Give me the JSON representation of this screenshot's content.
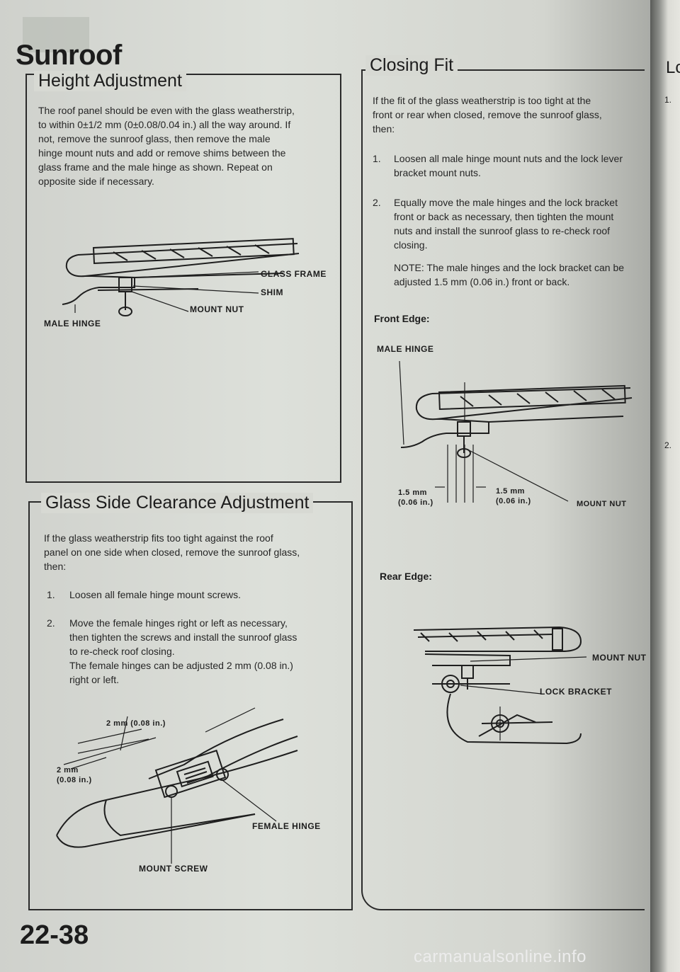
{
  "page": {
    "title": "Sunroof",
    "page_number": "22-38",
    "footer_watermark": "carmanualsonline.info",
    "next_page_edge": [
      "Lc",
      "1.",
      "2."
    ]
  },
  "height_adjustment": {
    "title": "Height Adjustment",
    "text_lines": [
      "The roof panel should be even with the glass weatherstrip,",
      "to within 0±1/2 mm (0±0.08/0.04 in.) all the way around. If",
      "not, remove the sunroof glass, then remove the male",
      "hinge mount nuts and add or remove shims between the",
      "glass frame and the male hinge as shown. Repeat on",
      "opposite side if necessary."
    ],
    "labels": {
      "glass_frame": "GLASS FRAME",
      "shim": "SHIM",
      "mount_nut": "MOUNT NUT",
      "male_hinge": "MALE HINGE"
    }
  },
  "side_clearance": {
    "title": "Glass Side Clearance Adjustment",
    "intro_lines": [
      "If the glass weatherstrip fits too tight against the roof",
      "panel on one side when closed, remove the sunroof glass,",
      "then:"
    ],
    "steps": [
      {
        "num": "1.",
        "lines": [
          "Loosen all female hinge mount screws."
        ]
      },
      {
        "num": "2.",
        "lines": [
          "Move the female hinges right or left as necessary,",
          "then tighten the screws and install the sunroof glass",
          "to re-check roof closing.",
          "The female hinges can be adjusted 2 mm (0.08 in.)",
          "right or left."
        ]
      }
    ],
    "labels": {
      "top_dim": "2 mm (0.08 in.)",
      "left_dim_1": "2 mm",
      "left_dim_2": "(0.08 in.)",
      "female_hinge": "FEMALE HINGE",
      "mount_screw": "MOUNT SCREW"
    }
  },
  "closing_fit": {
    "title": "Closing Fit",
    "intro_lines": [
      "If the fit of the glass weatherstrip is too tight at the",
      "front or rear when closed, remove the sunroof glass,",
      "then:"
    ],
    "steps": [
      {
        "num": "1.",
        "lines": [
          "Loosen all male hinge mount nuts and the lock lever",
          "bracket mount nuts."
        ]
      },
      {
        "num": "2.",
        "lines": [
          "Equally move the male hinges and the lock bracket",
          "front or back as necessary, then tighten the mount",
          "nuts and install the sunroof glass to re-check roof",
          "closing."
        ]
      }
    ],
    "note_lines": [
      "NOTE: The male hinges and the lock bracket can be",
      "adjusted 1.5 mm (0.06 in.) front or back."
    ],
    "front_edge": {
      "heading": "Front Edge:",
      "male_hinge": "MALE HINGE",
      "left_dim_1": "1.5 mm",
      "left_dim_2": "(0.06 in.)",
      "right_dim_1": "1.5 mm",
      "right_dim_2": "(0.06 in.)",
      "mount_nut": "MOUNT NUT"
    },
    "rear_edge": {
      "heading": "Rear Edge:",
      "mount_nut": "MOUNT NUT",
      "lock_bracket": "LOCK BRACKET"
    }
  }
}
